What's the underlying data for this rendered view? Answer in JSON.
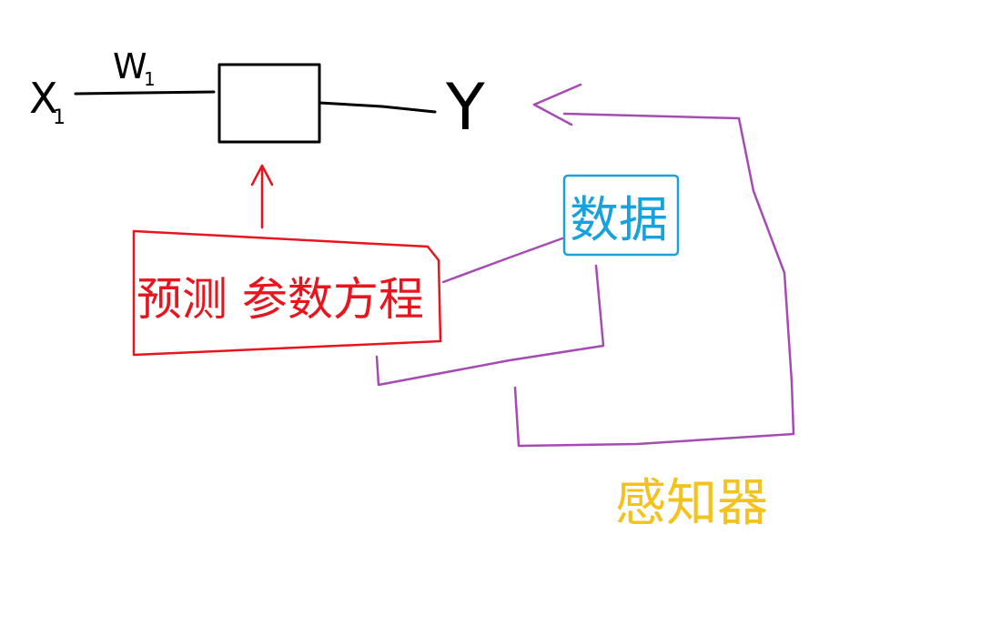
{
  "labels": {
    "input": "X",
    "input_subscript": "1",
    "weight": "W",
    "weight_subscript": "1",
    "output": "Y",
    "predict_box": "预测 参数方程",
    "data_box": "数据",
    "perceptron": "感知器"
  },
  "colors": {
    "black": "#000000",
    "red": "#e8141e",
    "cyan": "#16a2dc",
    "purple": "#a64ab4",
    "yellow": "#f3c21e"
  }
}
